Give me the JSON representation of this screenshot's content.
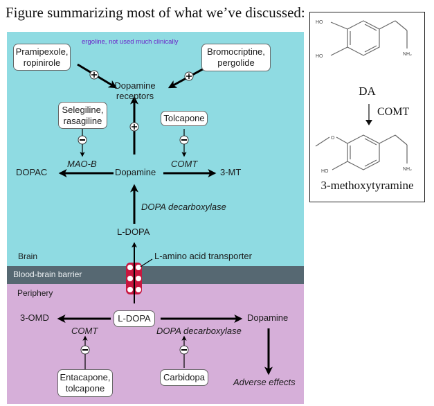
{
  "caption": "Figure summarizing most of what we’ve discussed:",
  "diagram": {
    "note": "ergoline, not used much clinically",
    "zones": {
      "brain": "Brain",
      "bbb": "Blood-brain barrier",
      "periphery": "Periphery"
    },
    "colors": {
      "brain": "#8fdbe2",
      "bbb": "#566872",
      "periphery": "#d6afd9",
      "transporter": "#c8163f",
      "note": "#6a22c9"
    },
    "brain": {
      "drug_boxes": {
        "agonists_left": [
          "Pramipexole,",
          "ropinirole"
        ],
        "agonists_right": [
          "Bromocriptine,",
          "pergolide"
        ],
        "maob_inhibitors": [
          "Selegiline,",
          "rasagiline"
        ],
        "comt_inhibitor": "Tolcapone"
      },
      "nodes": {
        "receptors": [
          "Dopamine",
          "receptors"
        ],
        "dopamine": "Dopamine",
        "dopac": "DOPAC",
        "three_mt": "3-MT",
        "ldopa": "L-DOPA"
      },
      "enzymes": {
        "maob": "MAO-B",
        "comt": "COMT",
        "ddc": "DOPA decarboxylase"
      },
      "transporter_label": "L-amino acid transporter"
    },
    "periphery": {
      "nodes": {
        "ldopa": "L-DOPA",
        "omd": "3-OMD",
        "dopamine": "Dopamine",
        "adverse": "Adverse effects"
      },
      "enzymes": {
        "comt": "COMT",
        "ddc": "DOPA decarboxylase"
      },
      "drug_boxes": {
        "comt_inhibitors": [
          "Entacapone,",
          "tolcapone"
        ],
        "ddc_inhibitor": "Carbidopa"
      }
    },
    "signs": {
      "plus": "+",
      "minus": "−"
    }
  },
  "molecules": {
    "top": {
      "name": "DA",
      "atoms": {
        "oh1": "HO",
        "oh2": "HO",
        "amine": "NH₂"
      }
    },
    "enzyme": "COMT",
    "bottom": {
      "name": "3-methoxytyramine",
      "atoms": {
        "o": "O",
        "oh": "HO",
        "amine": "NH₂"
      }
    }
  }
}
